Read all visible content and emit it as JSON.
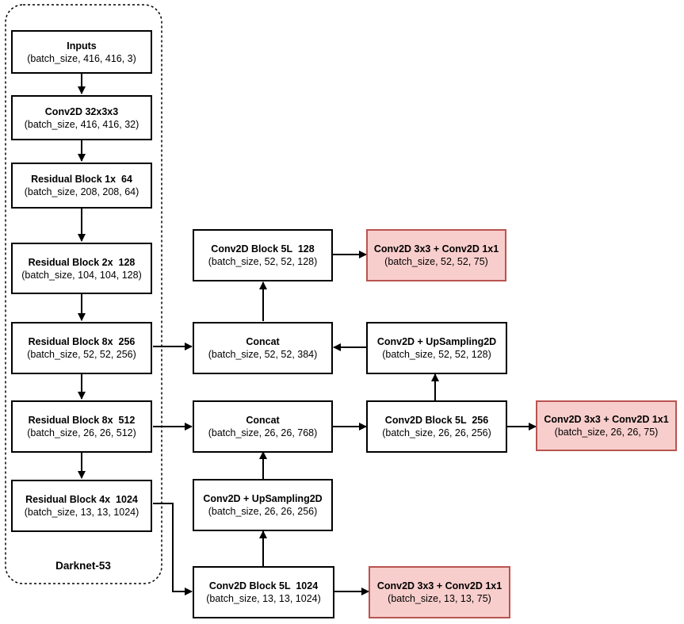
{
  "group": {
    "label": "Darknet-53"
  },
  "nodes": {
    "inputs": {
      "title": "Inputs",
      "shape": "(batch_size, 416, 416, 3)"
    },
    "conv32": {
      "title": "Conv2D 32x3x3",
      "shape": "(batch_size, 416, 416, 32)"
    },
    "res1x64": {
      "title": "Residual Block 1x  64",
      "shape": "(batch_size, 208, 208, 64)"
    },
    "res2x128": {
      "title": "Residual Block 2x  128",
      "shape": "(batch_size, 104, 104, 128)"
    },
    "res8x256": {
      "title": "Residual Block 8x  256",
      "shape": "(batch_size, 52, 52, 256)"
    },
    "res8x512": {
      "title": "Residual Block 8x  512",
      "shape": "(batch_size, 26, 26, 512)"
    },
    "res4x1024": {
      "title": "Residual Block 4x  1024",
      "shape": "(batch_size, 13, 13, 1024)"
    },
    "block5l128": {
      "title": "Conv2D Block 5L  128",
      "shape": "(batch_size, 52, 52, 128)"
    },
    "out52": {
      "title": "Conv2D 3x3 + Conv2D 1x1",
      "shape": "(batch_size, 52, 52, 75)"
    },
    "concat384": {
      "title": "Concat",
      "shape": "(batch_size, 52, 52, 384)"
    },
    "upsamp128": {
      "title": "Conv2D + UpSampling2D",
      "shape": "(batch_size, 52, 52, 128)"
    },
    "concat768": {
      "title": "Concat",
      "shape": "(batch_size, 26, 26, 768)"
    },
    "block5l256": {
      "title": "Conv2D Block 5L  256",
      "shape": "(batch_size, 26, 26, 256)"
    },
    "out26": {
      "title": "Conv2D 3x3 + Conv2D 1x1",
      "shape": "(batch_size, 26, 26, 75)"
    },
    "upsamp256": {
      "title": "Conv2D + UpSampling2D",
      "shape": "(batch_size, 26, 26, 256)"
    },
    "block5l1024": {
      "title": "Conv2D Block 5L  1024",
      "shape": "(batch_size, 13, 13, 1024)"
    },
    "out13": {
      "title": "Conv2D 3x3 + Conv2D 1x1",
      "shape": "(batch_size, 13, 13, 75)"
    }
  },
  "colors": {
    "line": "#000000",
    "output_fill": "#f8cecc",
    "output_border": "#b85450"
  }
}
